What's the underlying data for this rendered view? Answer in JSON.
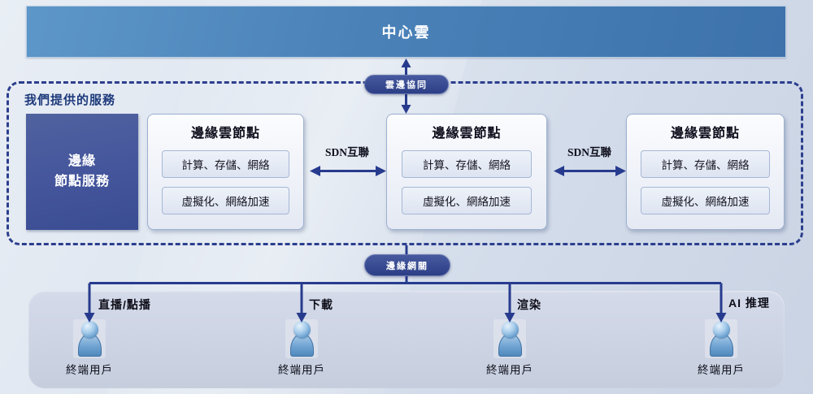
{
  "banner": {
    "label": "中心雲"
  },
  "services": {
    "region_label": "我們提供的服務",
    "side_panel": {
      "line1": "邊緣",
      "line2": "節點服務"
    },
    "nodes": [
      {
        "title": "邊緣雲節點",
        "items": [
          "計算、存儲、網絡",
          "虛擬化、網絡加速"
        ]
      },
      {
        "title": "邊緣雲節點",
        "items": [
          "計算、存儲、網絡",
          "虛擬化、網絡加速"
        ]
      },
      {
        "title": "邊緣雲節點",
        "items": [
          "計算、存儲、網絡",
          "虛擬化、網絡加速"
        ]
      }
    ]
  },
  "connectors": {
    "cloud_edge_badge": "雲邊協同",
    "edge_gateway_badge": "邊緣網關",
    "sdn": [
      "SDN互聯",
      "SDN互聯"
    ]
  },
  "endpoints": {
    "branches": [
      {
        "app": "直播/點播",
        "user": "終端用戶"
      },
      {
        "app": "下載",
        "user": "終端用戶"
      },
      {
        "app": "渲染",
        "user": "終端用戶"
      },
      {
        "app": "AI 推理",
        "user": "終端用戶"
      }
    ]
  },
  "colors": {
    "banner_blue_left": "#5d96c8",
    "banner_blue_right": "#3d72ab",
    "navy_accent": "#2c3f8e",
    "side_panel_blue": "#44559c",
    "badge_navy": "#2c3e85",
    "card_border": "#9db0d0",
    "person_blue": "#5d97ca",
    "bottom_panel": "#cbd2e2"
  }
}
